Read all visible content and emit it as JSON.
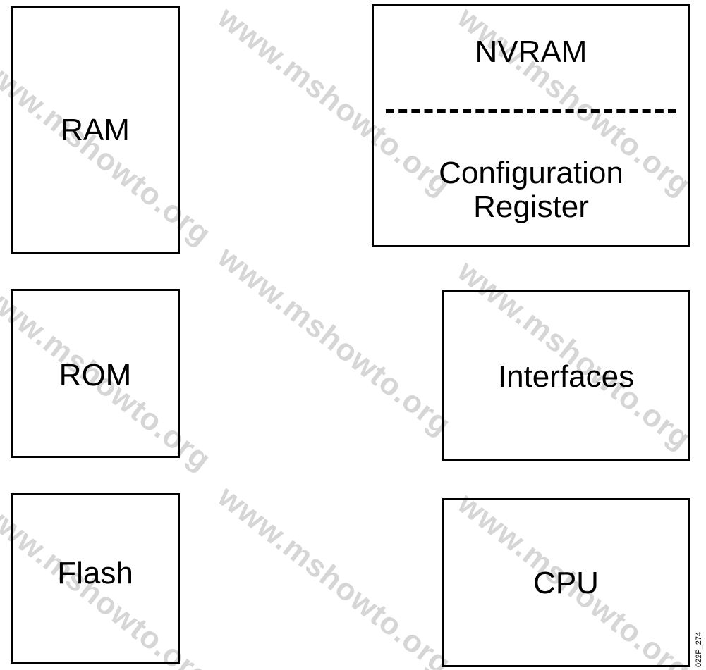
{
  "watermark": {
    "text": "www.mshowto.org",
    "color": "#d6d6d6"
  },
  "blocks": {
    "ram": {
      "label": "RAM"
    },
    "rom": {
      "label": "ROM"
    },
    "flash": {
      "label": "Flash"
    },
    "nvram": {
      "label": "NVRAM",
      "sublabel_line1": "Configuration",
      "sublabel_line2": "Register"
    },
    "interfaces": {
      "label": "Interfaces"
    },
    "cpu": {
      "label": "CPU"
    }
  },
  "figure_id": "022P_274"
}
